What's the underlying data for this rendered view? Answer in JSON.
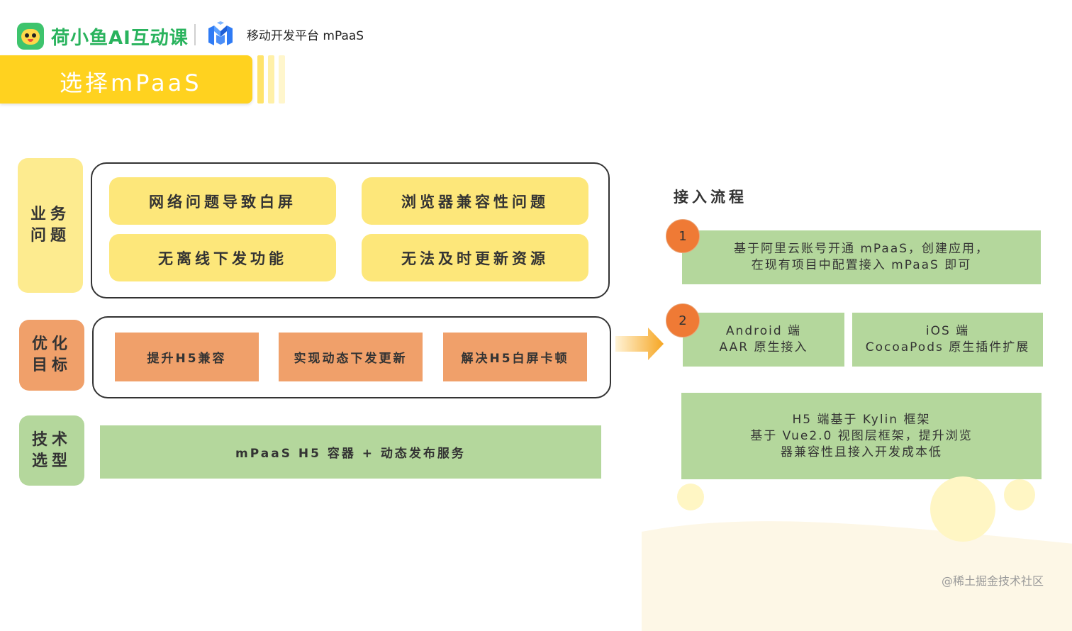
{
  "header": {
    "brand": "荷小鱼AI互动课",
    "platform": "移动开发平台 mPaaS"
  },
  "title": "选择mPaaS",
  "labels": {
    "business": "业务\n问题",
    "optimize": "优化\n目标",
    "tech": "技术\n选型"
  },
  "business_problems": [
    "网络问题导致白屏",
    "浏览器兼容性问题",
    "无离线下发功能",
    "无法及时更新资源"
  ],
  "optimize_goals": [
    "提升H5兼容",
    "实现动态下发更新",
    "解决H5白屏卡顿"
  ],
  "tech_choice": "mPaaS H5 容器 + 动态发布服务",
  "flow": {
    "title": "接入流程",
    "step1_number": "1",
    "step1_line1": "基于阿里云账号开通 mPaaS，创建应用，",
    "step1_line2": "在现有项目中配置接入 mPaaS 即可",
    "step2_number": "2",
    "android_line1": "Android 端",
    "android_line2": "AAR 原生接入",
    "ios_line1": "iOS 端",
    "ios_line2": "CocoaPods 原生插件扩展",
    "h5_line1": "H5 端基于 Kylin 框架",
    "h5_line2": "基于 Vue2.0 视图层框架，提升浏览",
    "h5_line3": "器兼容性且接入开发成本低"
  },
  "watermark": "@稀土掘金技术社区",
  "colors": {
    "brand_green": "#29b35d",
    "yellow": "#ffd21f",
    "pill_yellow": "#fde77a",
    "orange": "#f0a06a",
    "green": "#b4d79c",
    "step_orange": "#ef7a35"
  }
}
